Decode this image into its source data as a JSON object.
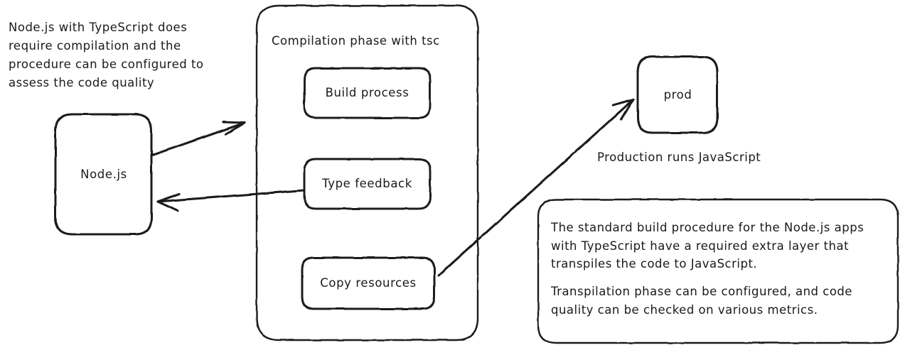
{
  "meta": {
    "diagram_kind": "hand-drawn-flow-diagram",
    "background": "#ffffff",
    "stroke_color": "#1a1a1a",
    "text_color": "#1a1a1a"
  },
  "annotations": {
    "left_note": "Node.js with TypeScript does\nrequire compilation and the\nprocedure can be configured to\nassess the code quality",
    "prod_caption": "Production runs JavaScript"
  },
  "nodes": {
    "nodejs": {
      "label": "Node.js"
    },
    "prod": {
      "label": "prod"
    }
  },
  "group": {
    "title": "Compilation phase with tsc",
    "children": [
      {
        "label": "Build process"
      },
      {
        "label": "Type feedback"
      },
      {
        "label": "Copy resources"
      }
    ]
  },
  "note_box": {
    "paragraph_1": "The standard build procedure for the Node.js apps with TypeScript have a required extra layer that transpiles the code to JavaScript.",
    "paragraph_2": "Transpilation phase can be configured, and code quality can be checked on various metrics."
  },
  "edges": [
    {
      "name": "nodejs-to-compilation",
      "from": "Node.js",
      "to": "Compilation phase with tsc",
      "direction": "forward"
    },
    {
      "name": "type-feedback-to-nodejs",
      "from": "Type feedback",
      "to": "Node.js",
      "direction": "forward"
    },
    {
      "name": "copy-resources-to-prod",
      "from": "Copy resources",
      "to": "prod",
      "direction": "forward"
    }
  ]
}
